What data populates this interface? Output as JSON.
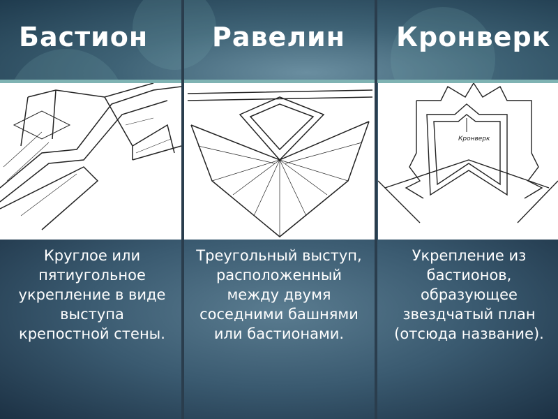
{
  "columns": [
    {
      "title": "Бастион",
      "description": "Круглое или пятиугольное укрепление в виде выступа крепостной стены."
    },
    {
      "title": "Равелин",
      "description": "Треугольный выступ, расположенный между двумя соседними башнями или бастионами."
    },
    {
      "title": "Кронверк",
      "description": "Укрепление из бастионов, образующее звездчатый план (отсюда название).",
      "drawing_label": "Кронверк"
    }
  ],
  "colors": {
    "background": "#2d4a5e",
    "accent_line": "#7fb3b3",
    "text": "#ffffff"
  }
}
